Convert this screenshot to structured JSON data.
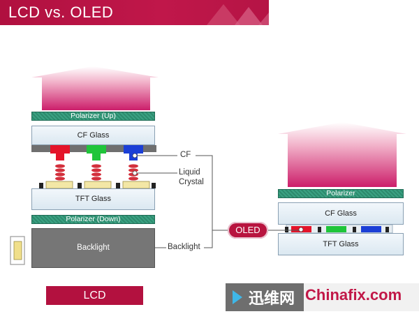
{
  "title": "LCD vs. OLED",
  "lcd": {
    "polarizer_up": "Polarizer (Up)",
    "cf_glass": "CF Glass",
    "tft_glass": "TFT Glass",
    "polarizer_down": "Polarizer (Down)",
    "backlight": "Backlight",
    "footer_label": "LCD"
  },
  "callouts": {
    "cf": "CF",
    "liquid": "Liquid",
    "crystal": "Crystal",
    "backlight": "Backlight"
  },
  "oled": {
    "badge": "OLED",
    "polarizer": "Polarizer",
    "cf_glass": "CF Glass",
    "tft_glass": "TFT Glass"
  },
  "watermark": {
    "cn": "迅维网",
    "en": "Chinafix.com"
  },
  "colors": {
    "accent": "#b3113f",
    "red": "#e4142a",
    "green": "#1fc53a",
    "blue": "#1b3fd6"
  }
}
